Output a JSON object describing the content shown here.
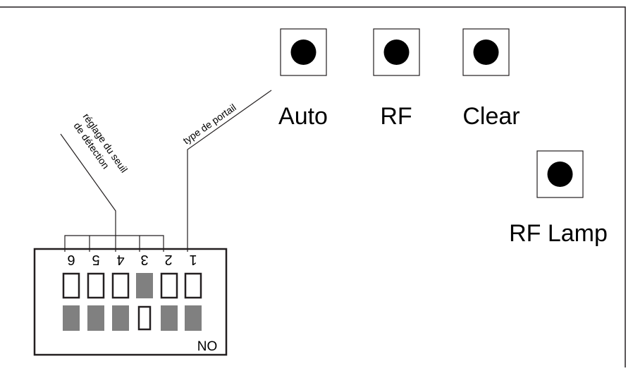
{
  "buttons": [
    {
      "id": "auto",
      "label": "Auto"
    },
    {
      "id": "rf",
      "label": "RF"
    },
    {
      "id": "clear",
      "label": "Clear"
    },
    {
      "id": "rf-lamp",
      "label": "RF Lamp"
    }
  ],
  "dip_switch": {
    "numbers": [
      "6",
      "5",
      "4",
      "3",
      "2",
      "1"
    ],
    "on_label": "NO",
    "positions": [
      "off",
      "off",
      "off",
      "on",
      "off",
      "off"
    ]
  },
  "callouts": {
    "detection": [
      "réglage du seuil",
      "de détection"
    ],
    "gate_type": "type de portail"
  },
  "colors": {
    "line": "#231f20",
    "switch_fill": "#808080",
    "button_dot": "#000000"
  }
}
